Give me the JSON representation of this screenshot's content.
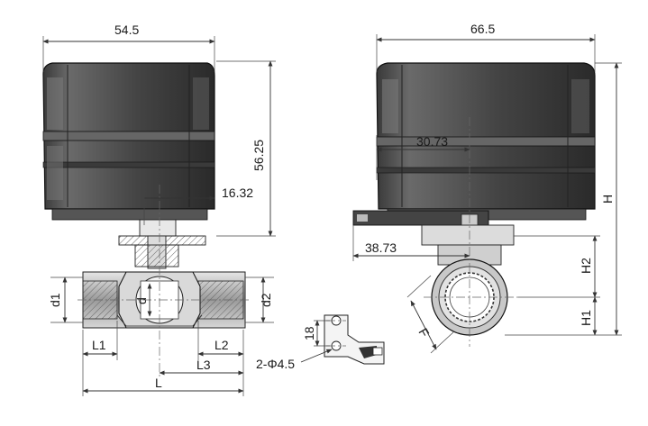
{
  "labels": {
    "front_width": "54.5",
    "front_height": "56.25",
    "stem_offset": "16.32",
    "d1": "d1",
    "d": "d",
    "d2": "d2",
    "L1": "L1",
    "L2": "L2",
    "L3": "L3",
    "L": "L",
    "side_width": "66.5",
    "center_offset": "30.73",
    "base_offset": "38.73",
    "H": "H",
    "H2": "H2",
    "H1": "H1",
    "F": "F",
    "bracket_spacing": "18",
    "bracket_holes": "2-Φ4.5"
  },
  "colors": {
    "actuator_dark": "#2b2b2b",
    "actuator_mid": "#555555",
    "actuator_light": "#8a8a8a",
    "body_metal": "#bdbdbd",
    "body_dark": "#7a7a7a",
    "line": "#333333"
  }
}
